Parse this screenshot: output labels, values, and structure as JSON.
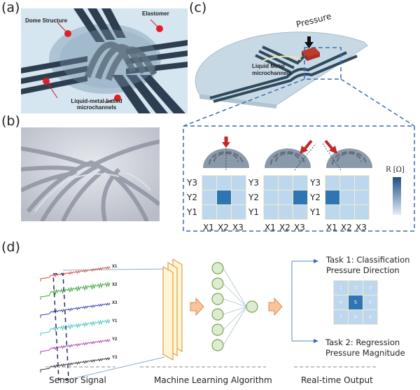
{
  "panels": {
    "a": {
      "label": "(a)",
      "annotations": {
        "dome": "Dome Structure",
        "elastomer": "Elastomer",
        "channels_line1": "Liquid-metal-based",
        "channels_line2": "microchannels"
      }
    },
    "b": {
      "label": "(b)"
    },
    "c": {
      "label": "(c)",
      "pressure": "Pressure",
      "channels_line1": "Liquid Metal",
      "channels_line2": "microchannels",
      "colorbar_label": "R [Ω]",
      "colorbar_colors": [
        "#1f4e85",
        "#e3eef9"
      ],
      "cell_color": "#bdd7ee",
      "active_color": "#2e75b6",
      "grids": [
        {
          "pressure_direction": "vertical",
          "active": {
            "x": "X2",
            "y": "Y2"
          }
        },
        {
          "pressure_direction": "from-right",
          "active": {
            "x": "X3",
            "y": "Y2"
          }
        },
        {
          "pressure_direction": "from-left",
          "active": {
            "x": "X1",
            "y": "Y2"
          }
        }
      ],
      "x_labels": [
        "X1",
        "X2",
        "X3"
      ],
      "y_labels": [
        "Y3",
        "Y2",
        "Y1"
      ]
    },
    "d": {
      "label": "(d)",
      "signals": [
        {
          "name": "X1",
          "color": "#e0443c"
        },
        {
          "name": "X2",
          "color": "#3fa63f"
        },
        {
          "name": "X3",
          "color": "#3b3fae"
        },
        {
          "name": "Y1",
          "color": "#4fc4c4"
        },
        {
          "name": "Y2",
          "color": "#b03fae"
        },
        {
          "name": "Y3",
          "color": "#333333"
        }
      ],
      "task1_line1": "Task 1: Classification",
      "task1_line2": "Pressure Direction",
      "task2_line1": "Task 2: Regression",
      "task2_line2": "Pressure Magnitude",
      "output_grid": [
        "1",
        "2",
        "3",
        "4",
        "5",
        "6",
        "7",
        "8",
        "9"
      ],
      "output_active": "5",
      "captions": {
        "sensor": "Sensor Signal",
        "ml": "Machine Learning Algorithm",
        "output": "Real-time Output"
      }
    }
  }
}
